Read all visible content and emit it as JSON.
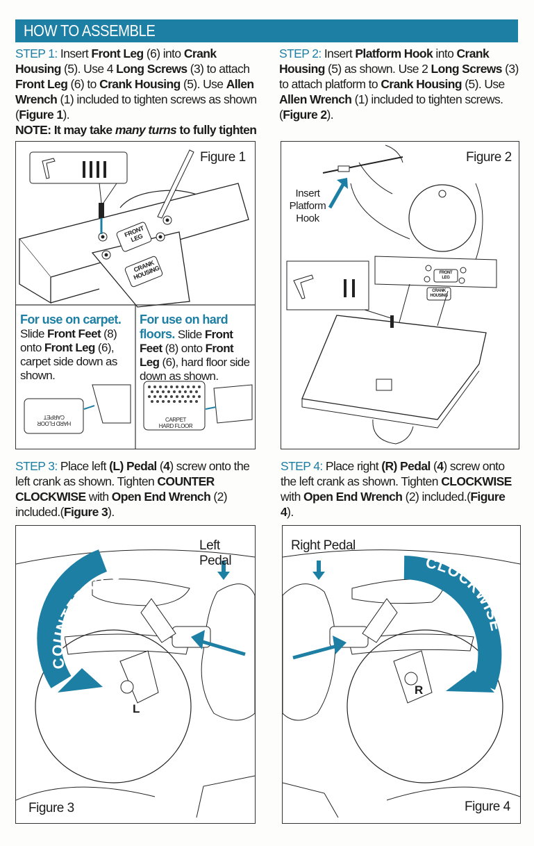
{
  "header": {
    "title": "HOW TO ASSEMBLE"
  },
  "step1": {
    "label": "STEP 1:",
    "t1": " Insert ",
    "b1": "Front Leg",
    "t2": " (6) into ",
    "b2": "Crank Housing",
    "t3": " (5). Use 4 ",
    "b3": "Long Screws",
    "t4": " (3) to attach ",
    "b4": "Front Leg",
    "t5": " (6) to ",
    "b5": "Crank Housing",
    "t6": " (5). Use ",
    "b6": "Allen Wrench",
    "t7": " (1) included to tighten screws  as shown (",
    "b7": "Figure 1",
    "t8": ").",
    "note1": "NOTE: It may take ",
    "note2": "many turns",
    "note3": " to fully tighten screws."
  },
  "step2": {
    "label": "STEP 2:",
    "t1": " Insert ",
    "b1": "Platform Hook",
    "t2": " into ",
    "b2": "Crank Housing",
    "t3": " (5) as shown. Use 2 ",
    "b3": "Long Screws",
    "t4": " (3) to attach platform to ",
    "b4": "Crank Housing",
    "t5": " (5). Use ",
    "b5": "Allen Wrench",
    "t6": " (1) included to tighten screws. (",
    "b6": "Figure 2",
    "t7": ")."
  },
  "step3": {
    "label": "STEP 3:",
    "t1": " Place left ",
    "b1": "(L) Pedal",
    "t2": " (",
    "b2": "4",
    "t3": ") screw onto the left crank as shown. Tighten ",
    "b3": "COUNTER CLOCKWISE",
    "t4": " with ",
    "b4": "Open End Wrench",
    "t5": "  (2) included.(",
    "b5": "Figure 3",
    "t6": ")."
  },
  "step4": {
    "label": "STEP 4:",
    "t1": " Place right ",
    "b1": "(R) Pedal",
    "t2": " (",
    "b2": "4",
    "t3": ") screw onto the left crank as shown. Tighten ",
    "b3": "CLOCKWISE",
    "t4": " with ",
    "b4": "Open End Wrench",
    "t5": "  (2) included.(",
    "b5": "Figure 4",
    "t6": ")."
  },
  "figure1": {
    "caption": "Figure 1",
    "front_leg": "FRONT LEG",
    "crank_housing": "CRANK HOUSING",
    "carpet_hd": "For use on carpet.",
    "carpet_t1": " Slide ",
    "carpet_b1": "Front Feet",
    "carpet_t2": " (8) onto ",
    "carpet_b2": "Front Leg",
    "carpet_t3": " (6), carpet side down as shown.",
    "hard_hd": "For use on hard floors.",
    "hard_t1": " Slide ",
    "hard_b1": "Front Feet",
    "hard_t2": " (8) onto ",
    "hard_b2": "Front Leg",
    "hard_t3": " (6), hard floor side down as shown.",
    "foot_hard": "HARD FLOOR",
    "foot_carpet": "CARPET"
  },
  "figure2": {
    "caption": "Figure 2",
    "insert_label": "Insert Platform Hook",
    "front_leg": "FRONT LEG",
    "crank_housing": "CRANK HOUSING"
  },
  "figure3": {
    "caption": "Figure 3",
    "pedal": "Left Pedal",
    "arc_text": "COUNTER CLOCKWISE",
    "letter": "L"
  },
  "figure4": {
    "caption": "Figure 4",
    "pedal": "Right Pedal",
    "arc_text": "CLOCKWISE",
    "letter": "R"
  },
  "colors": {
    "accent": "#1d7fa3"
  }
}
